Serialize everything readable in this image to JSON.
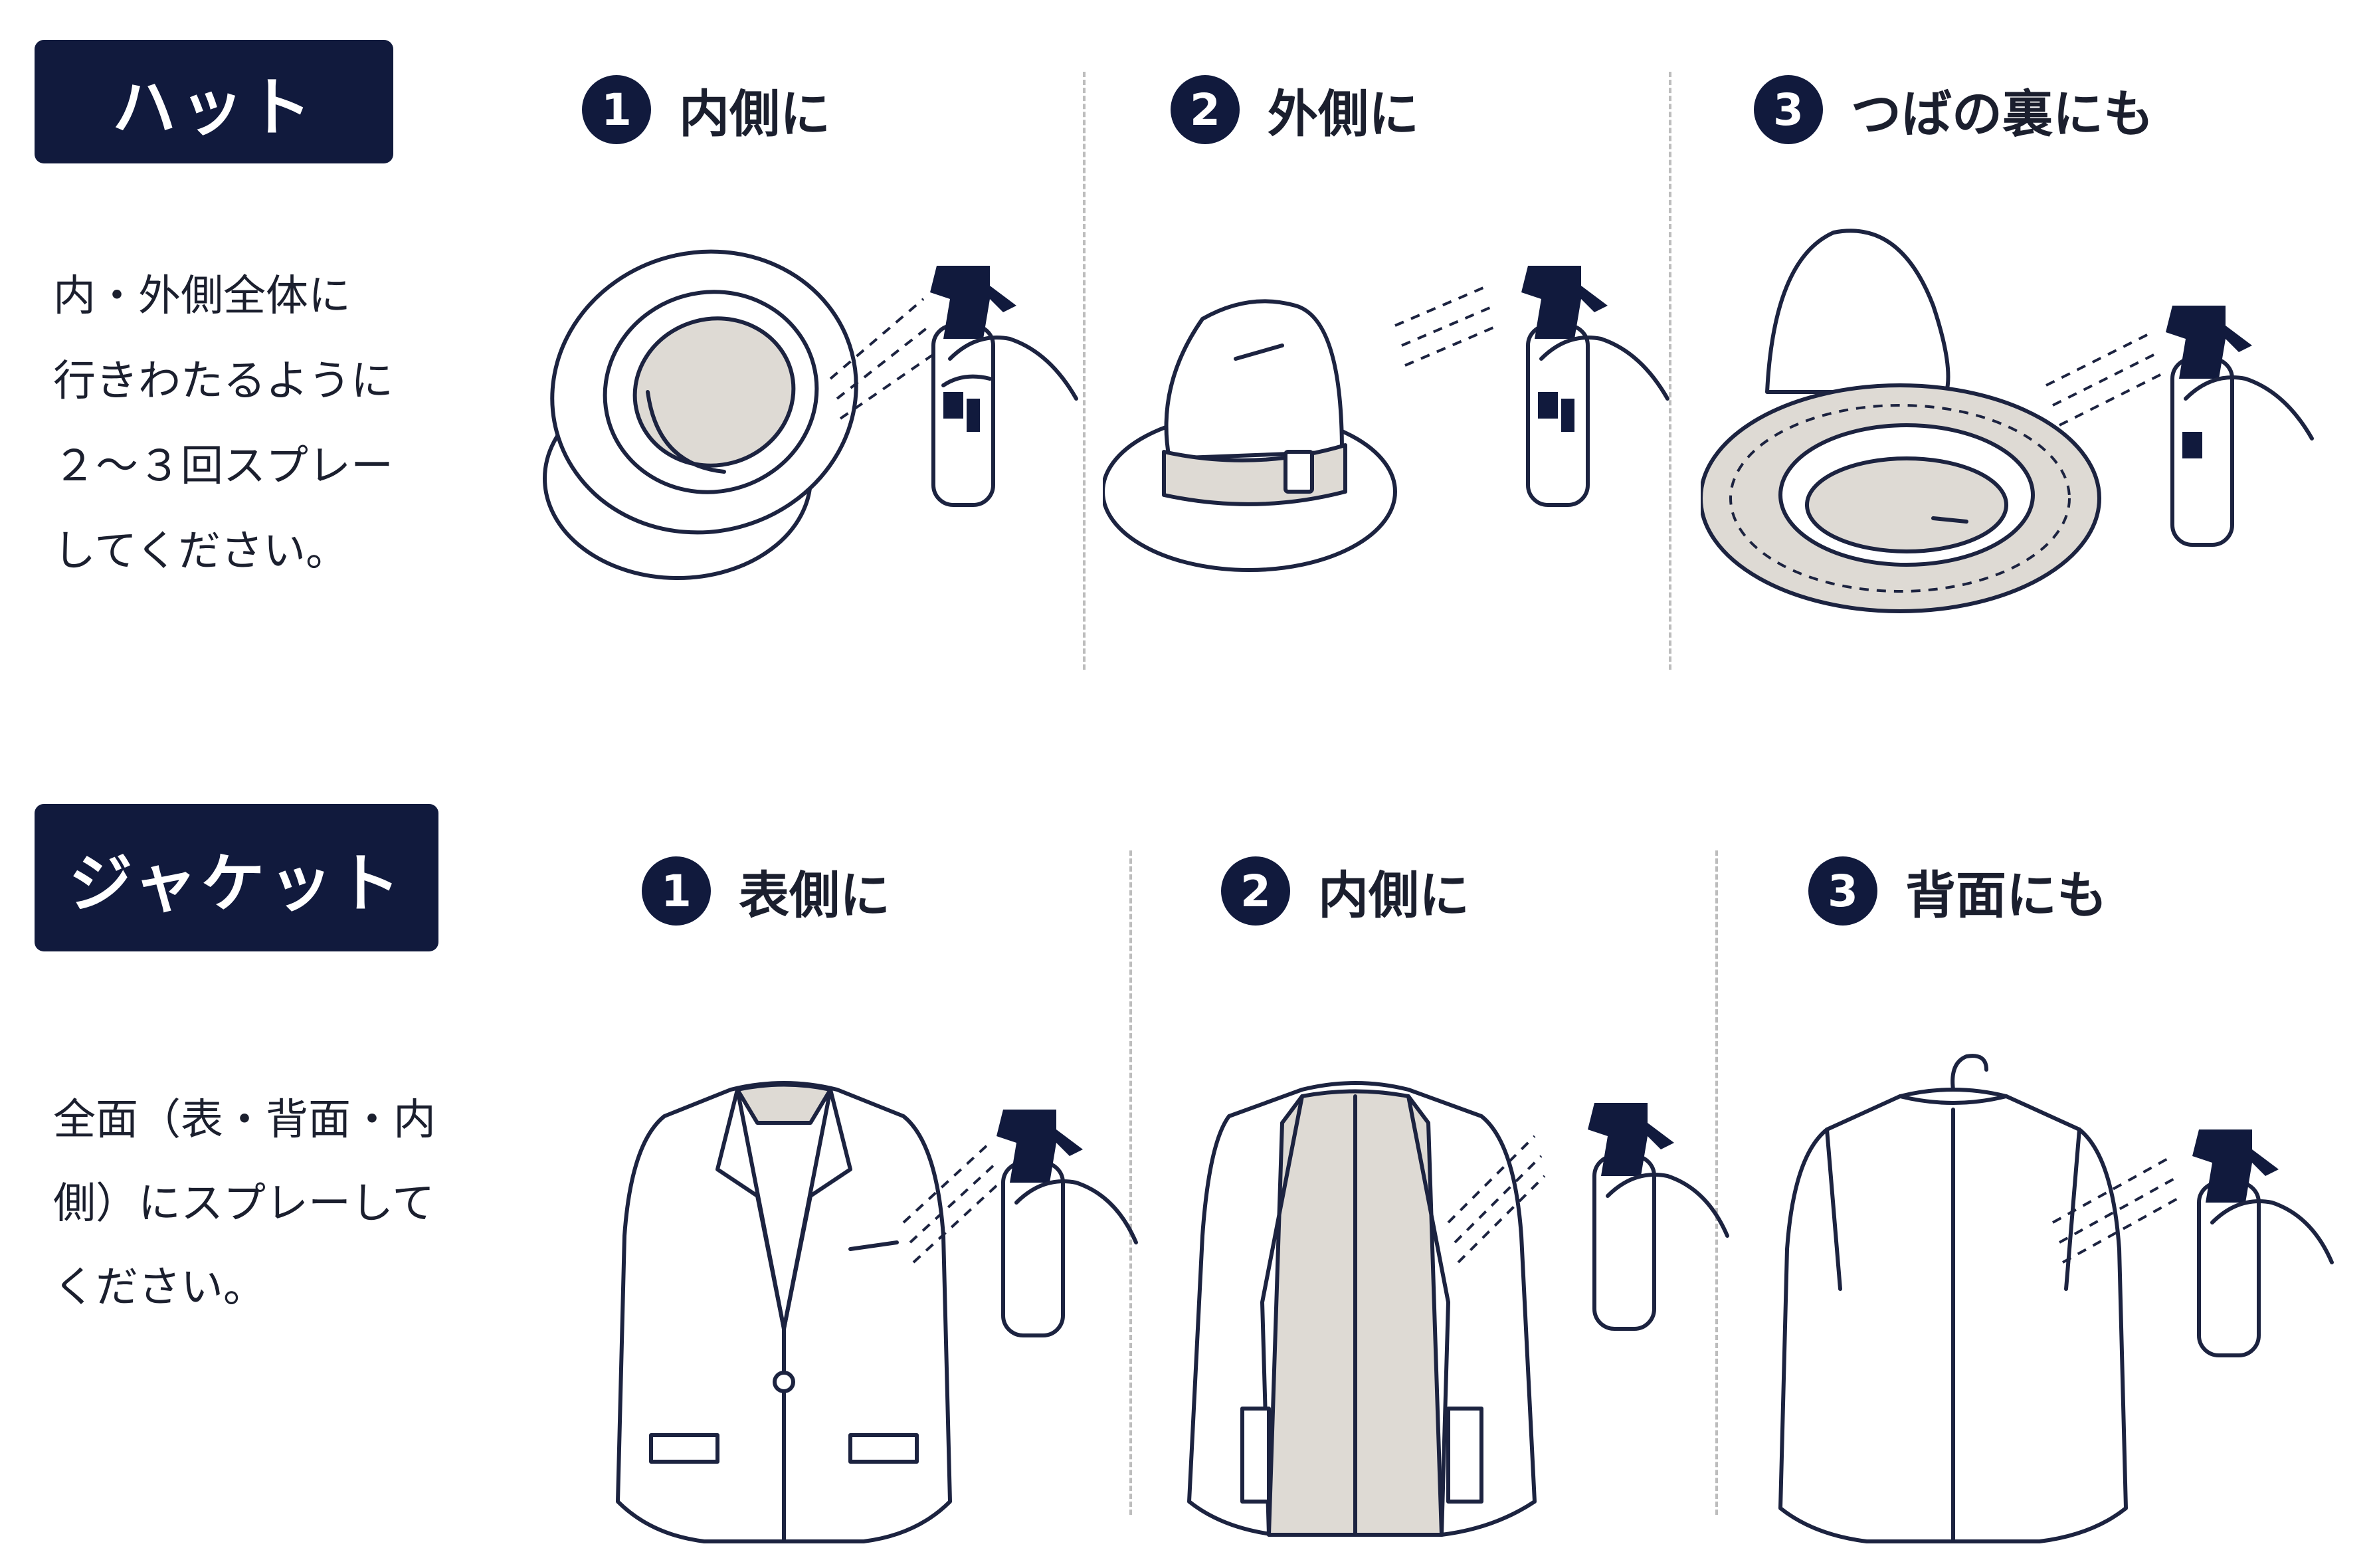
{
  "hat": {
    "label": "ハット",
    "description": [
      "内・外側全体に",
      "行きわたるように",
      "２～３回スプレー",
      "してください。"
    ],
    "steps": [
      {
        "number": "1",
        "label": "内側に"
      },
      {
        "number": "2",
        "label": "外側に"
      },
      {
        "number": "3",
        "label": "つばの裏にも"
      }
    ]
  },
  "jacket": {
    "label": "ジャケット",
    "description": [
      "全面（表・背面・内",
      "側）にスプレーして",
      "ください。"
    ],
    "steps": [
      {
        "number": "1",
        "label": "表側に"
      },
      {
        "number": "2",
        "label": "内側に"
      },
      {
        "number": "3",
        "label": "背面にも"
      }
    ]
  },
  "icons": [
    "spray-bottle-icon",
    "hat-icon",
    "jacket-icon",
    "hanger-icon"
  ],
  "colors": {
    "accent_navy": "#111a3d",
    "fabric_beige": "#dedad4"
  }
}
